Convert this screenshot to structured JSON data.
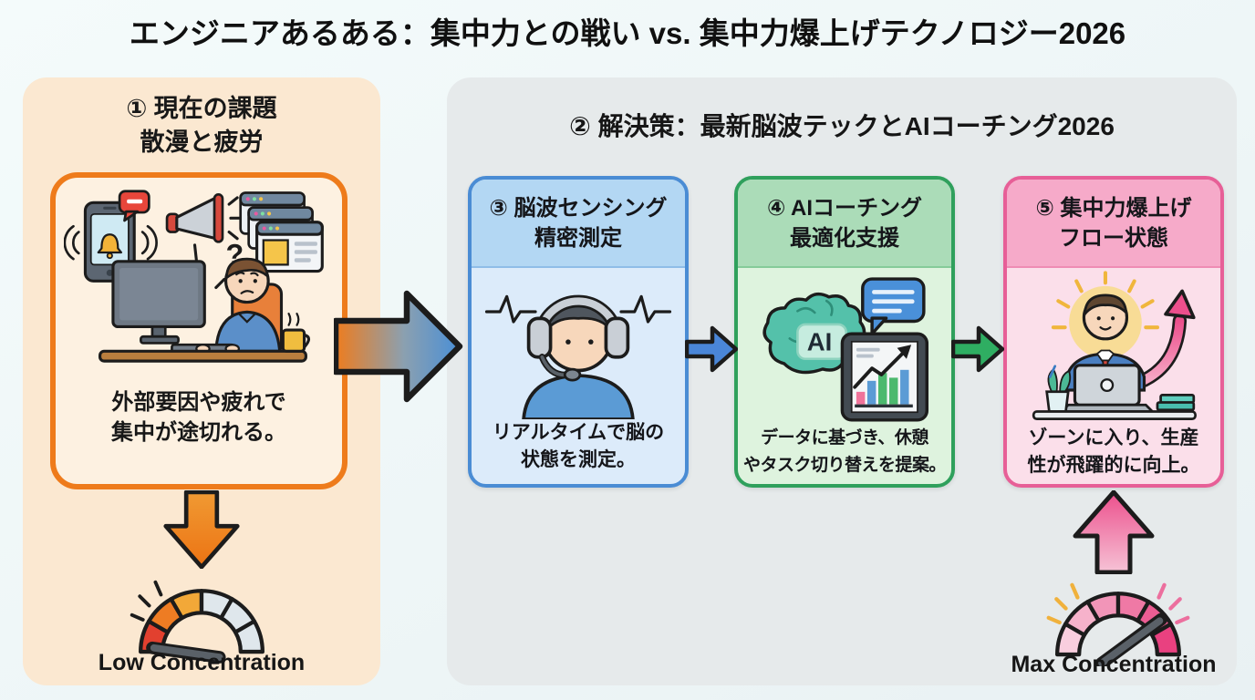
{
  "title": "エンジニアあるある：集中力との戦い vs. 集中力爆上げテクノロジー2026",
  "problem_panel": {
    "heading_line1": "① 現在の課題",
    "heading_line2": "散漫と疲労",
    "caption_line1": "外部要因や疲れで",
    "caption_line2": "集中が途切れる。",
    "question_mark": "?",
    "gauge_label": "Low Concentration"
  },
  "solution_panel": {
    "heading": "② 解決策：最新脳波テックとAIコーチング2026",
    "ai_badge": "AI",
    "cards": [
      {
        "heading_line1": "③ 脳波センシング",
        "heading_line2": "精密測定",
        "caption_line1": "リアルタイムで脳の",
        "caption_line2": "状態を測定。",
        "accent": "#4a8cd4"
      },
      {
        "heading_line1": "④ AIコーチング",
        "heading_line2": "最適化支援",
        "caption_line1": "データに基づき、休憩",
        "caption_line2": "やタスク切り替えを提案。",
        "accent": "#2fa05c"
      },
      {
        "heading_line1": "⑤ 集中力爆上げ",
        "heading_line2": "フロー状態",
        "caption_line1": "ゾーンに入り、生産",
        "caption_line2": "性が飛躍的に向上。",
        "accent": "#e75f97"
      }
    ],
    "gauge_label": "Max Concentration"
  },
  "colors": {
    "page_background": "#eef6f7",
    "problem_panel_background": "#fbe8d1",
    "problem_card_border": "#ee7b1b",
    "solution_panel_background": "#e6eaeb",
    "big_arrow_gradient": [
      "#ee7c1e",
      "#8ba0b0",
      "#4a8fd6"
    ],
    "down_arrow": "#ec7313",
    "up_arrow": "#ec4f8c",
    "blue_arrow": "#4a86d8",
    "green_arrow": "#2fae62",
    "low_gauge_segments": [
      "#e2402f",
      "#ee7c23",
      "#f2a838",
      "#dfe7ec",
      "#dfe7ec",
      "#dfe7ec"
    ],
    "max_gauge_segments": [
      "#f9cede",
      "#f6b2cb",
      "#f295b8",
      "#ef79a5",
      "#ec5d93",
      "#e94180"
    ]
  }
}
